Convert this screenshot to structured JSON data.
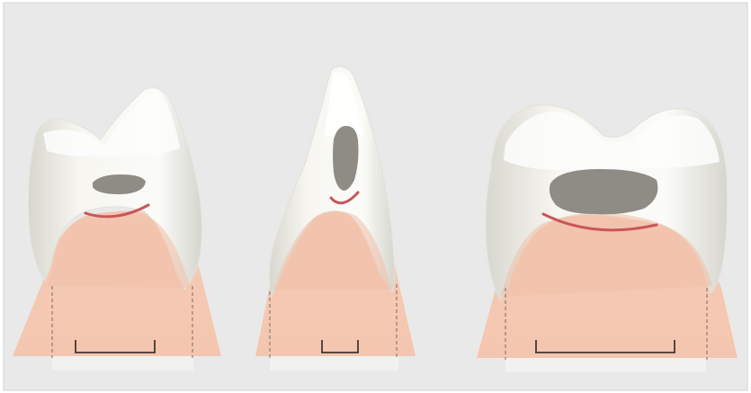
{
  "figure": {
    "panel_count": 3,
    "colors": {
      "background": "#e9e9e9",
      "border": "#d2d2d2",
      "enamel": "#f6f5f0",
      "enamel_shadow": "#d9d8d0",
      "gum": "#f2c7b2",
      "gum_overlay": "#eab79f",
      "pulp": "#8f8b85",
      "margin_line": "#c8575a",
      "bracket": "#5a4540",
      "dashed_line": "#7a6a63",
      "root_base": "#f0f0ee"
    }
  },
  "teeth": [
    {
      "id": "molar-small",
      "pulp_shape": "oval"
    },
    {
      "id": "incisor",
      "pulp_shape": "tall-oval"
    },
    {
      "id": "molar-large",
      "pulp_shape": "wide-oval"
    }
  ]
}
